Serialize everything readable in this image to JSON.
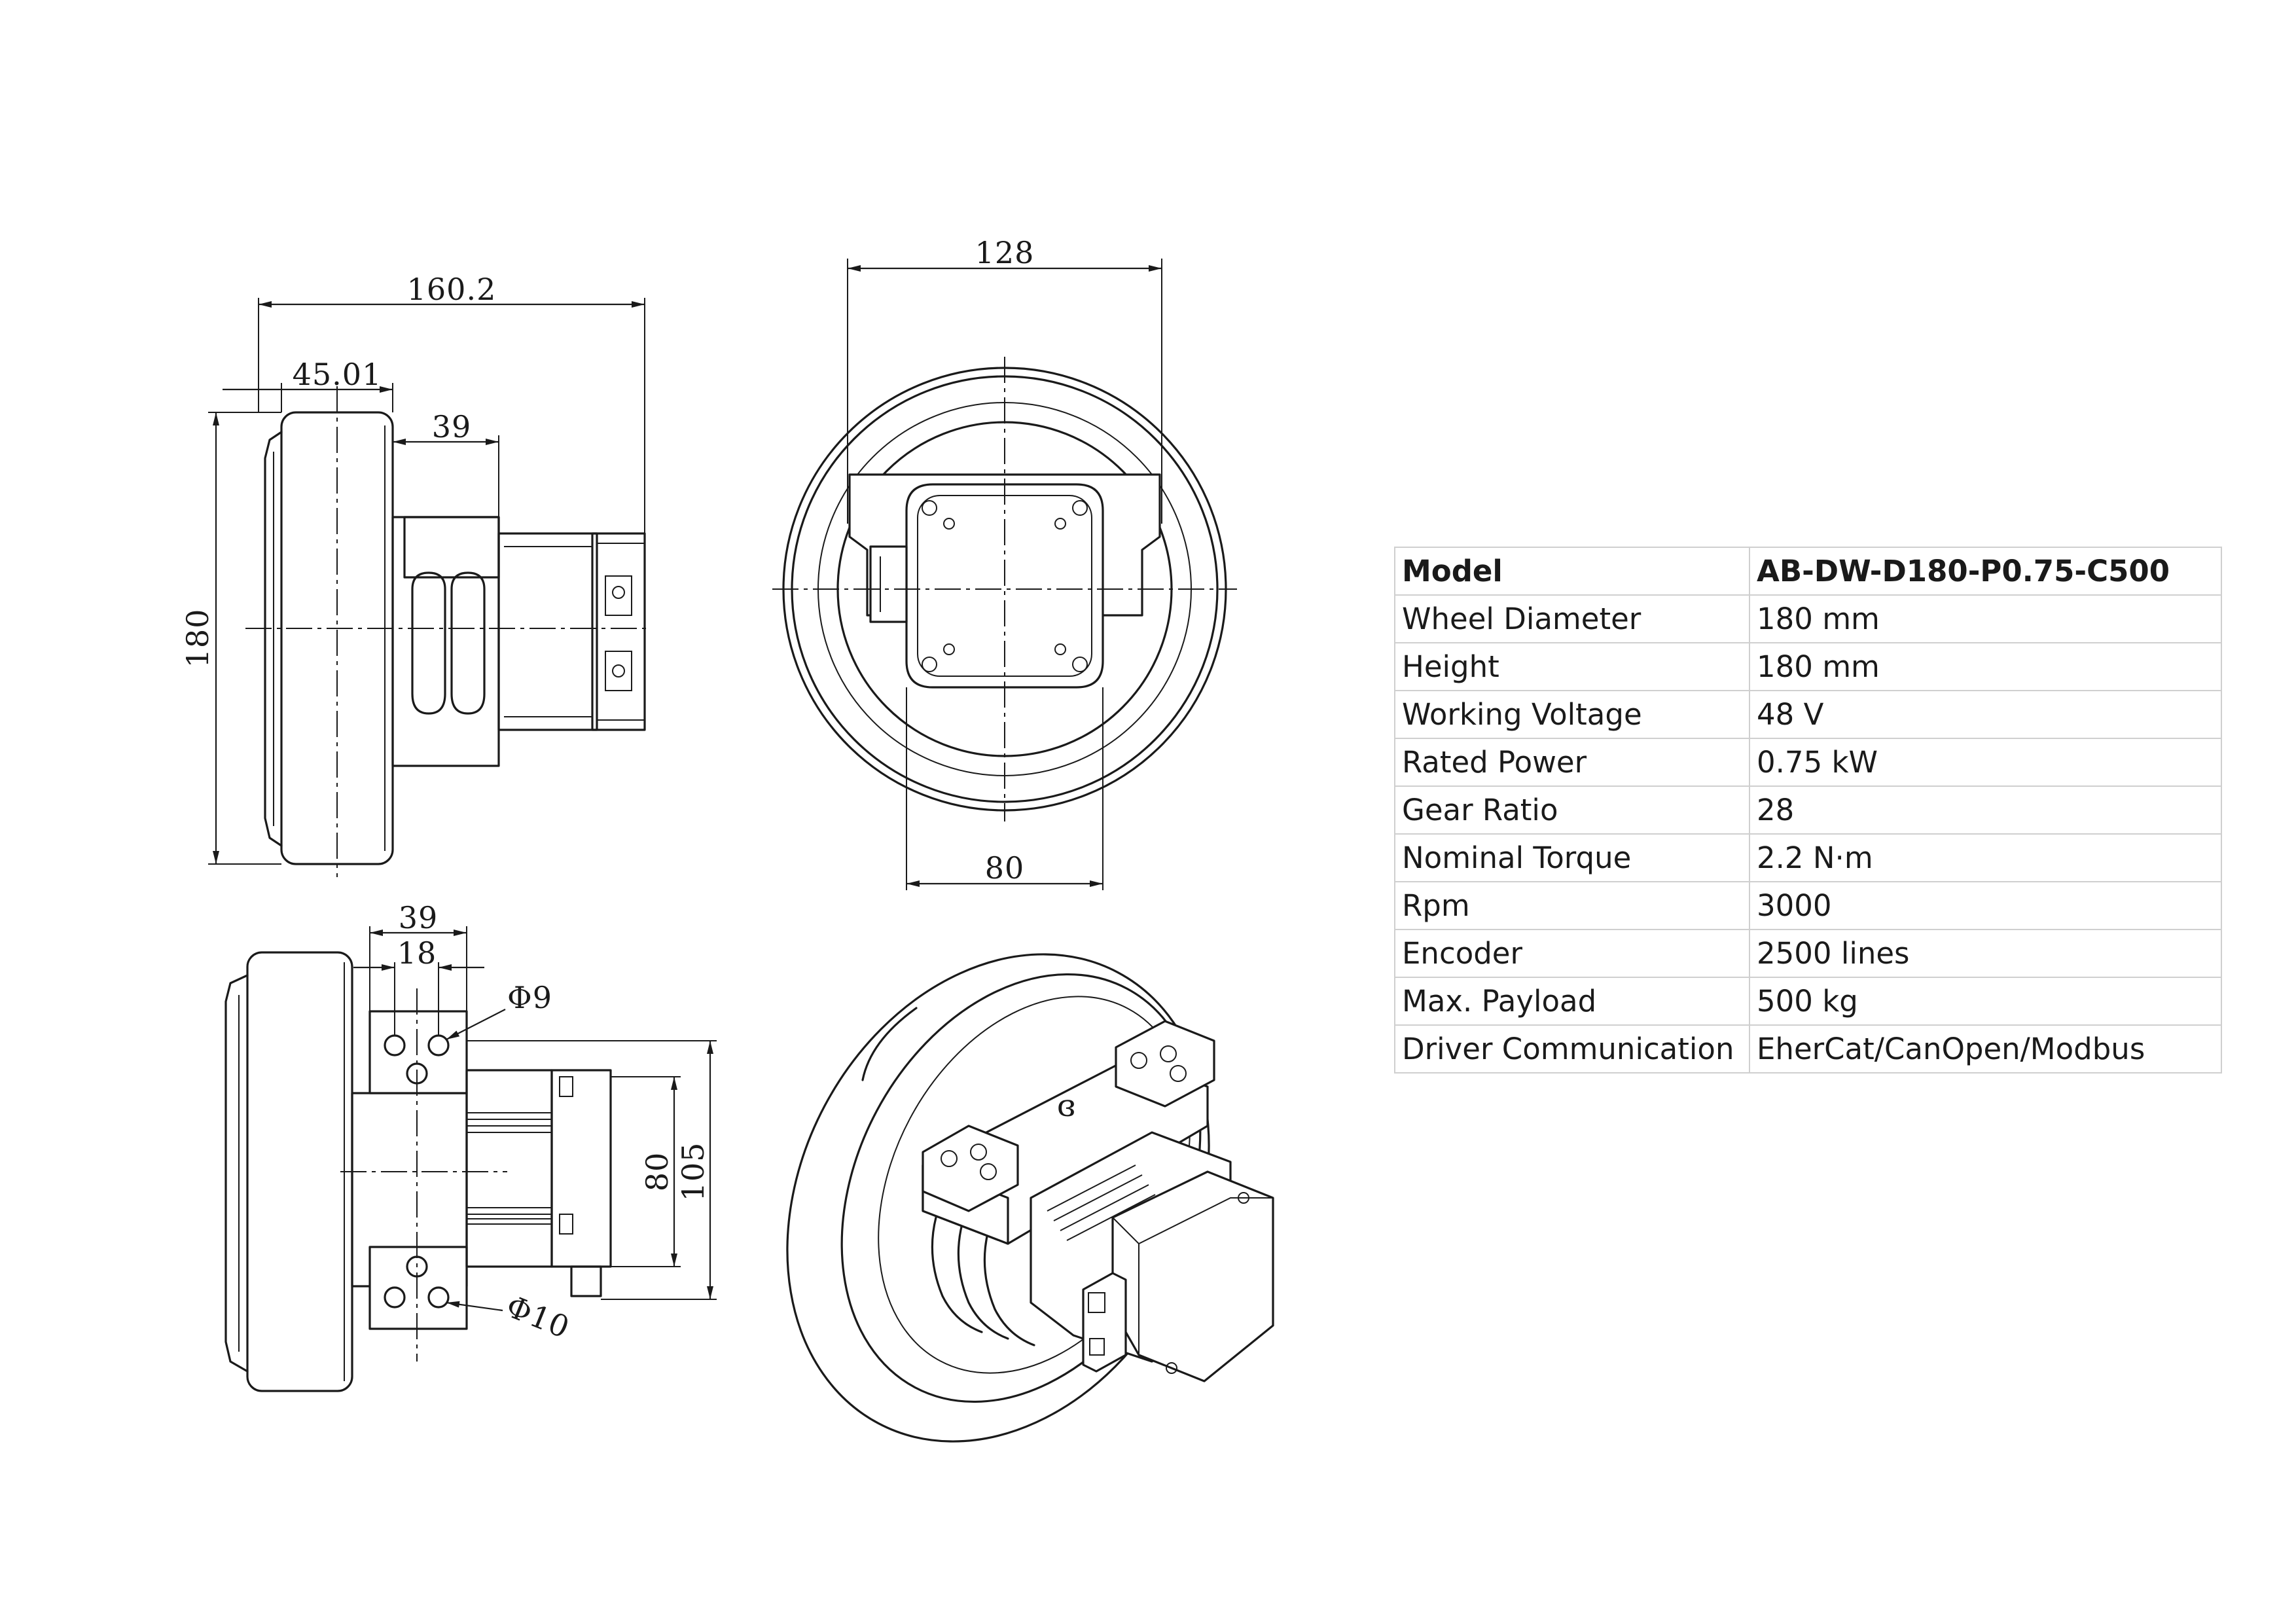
{
  "dimensions": {
    "side_view": {
      "overall_width": "160.2",
      "tire_width": "45.01",
      "hub_width": "39",
      "diameter": "180"
    },
    "front_view": {
      "outer_width": "128",
      "bracket_width": "80"
    },
    "bottom_view": {
      "bracket_width": "39",
      "hole_spacing": "18",
      "hole_small": "Φ9",
      "hole_large": "Φ10",
      "height_80": "80",
      "height_105": "105"
    }
  },
  "spec_table": {
    "header": {
      "label": "Model",
      "value": "AB-DW-D180-P0.75-C500"
    },
    "rows": [
      {
        "label": "Wheel Diameter",
        "value": "180 mm"
      },
      {
        "label": "Height",
        "value": "180 mm"
      },
      {
        "label": "Working Voltage",
        "value": "48 V"
      },
      {
        "label": "Rated Power",
        "value": "0.75 kW"
      },
      {
        "label": "Gear Ratio",
        "value": "28"
      },
      {
        "label": "Nominal Torque",
        "value": "2.2 N·m"
      },
      {
        "label": "Rpm",
        "value": "3000"
      },
      {
        "label": "Encoder",
        "value": "2500 lines"
      },
      {
        "label": "Max. Payload",
        "value": "500 kg"
      },
      {
        "label": "Driver Communication",
        "value": "EherCat/CanOpen/Modbus"
      }
    ]
  }
}
